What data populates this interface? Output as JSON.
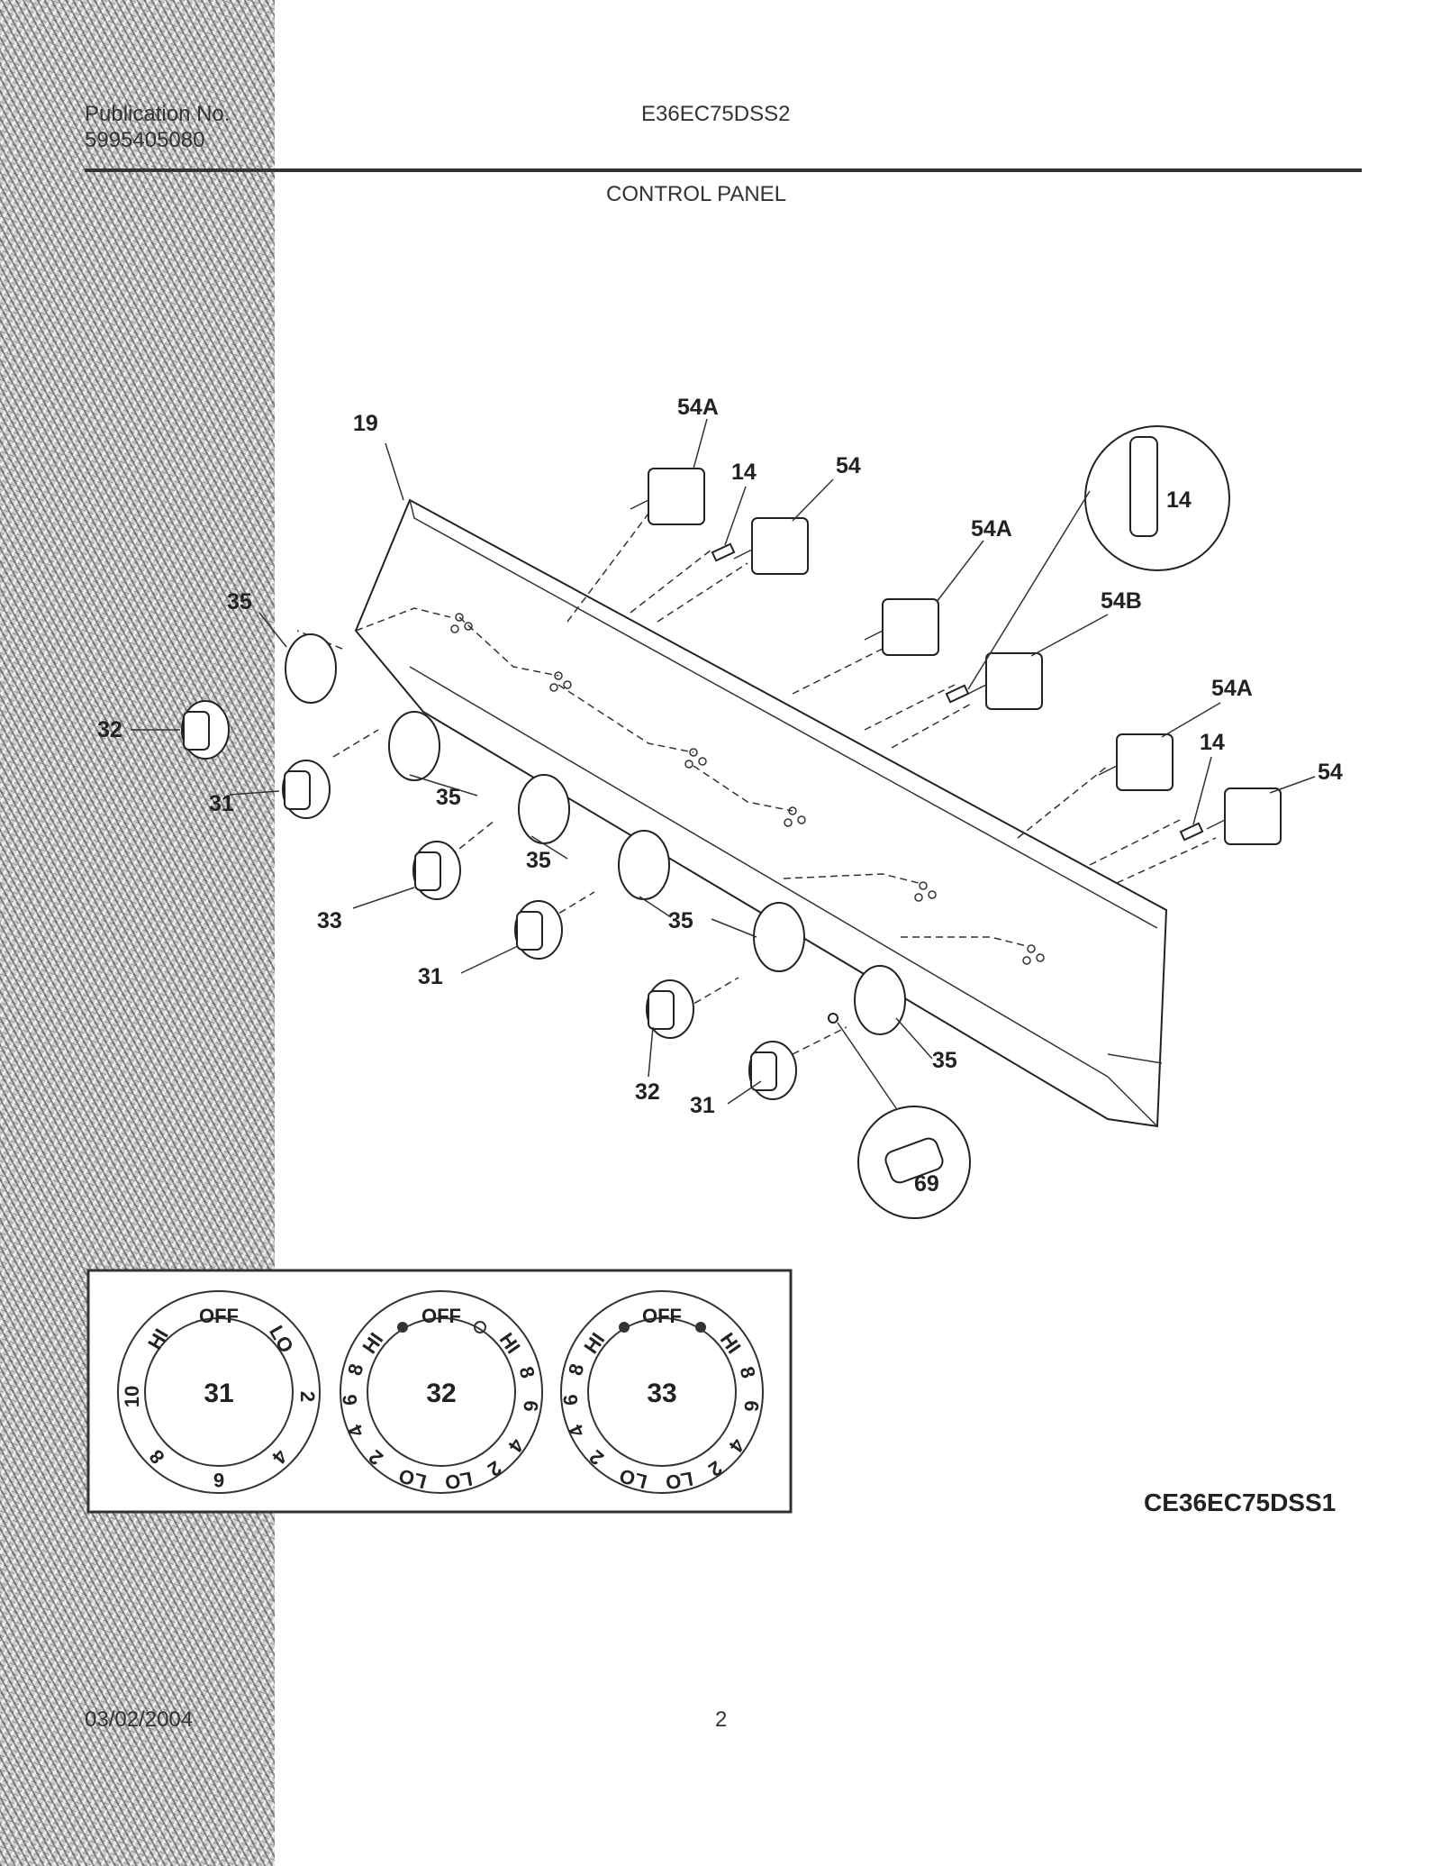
{
  "header": {
    "publication_label": "Publication No.",
    "publication_number": "5995405080",
    "model": "E36EC75DSS2",
    "section_title": "CONTROL PANEL"
  },
  "callouts": {
    "panel": "19",
    "switch_a": "54A",
    "switch": "54",
    "switch_b": "54B",
    "indicator_light": "14",
    "bezel": "35",
    "knob_31": "31",
    "knob_32": "32",
    "knob_33": "33",
    "screw": "69"
  },
  "dials": {
    "knob_31": {
      "number": "31",
      "marks": [
        "HI",
        "OFF",
        "LO",
        "2",
        "4",
        "6",
        "8",
        "10"
      ]
    },
    "knob_32": {
      "number": "32",
      "marks": [
        "HI",
        "OFF",
        "HI",
        "8",
        "6",
        "4",
        "2",
        "LO",
        "LO",
        "2",
        "4",
        "6",
        "8"
      ]
    },
    "knob_33": {
      "number": "33",
      "marks": [
        "HI",
        "OFF",
        "HI",
        "8",
        "6",
        "4",
        "2",
        "LO",
        "LO",
        "2",
        "4",
        "6",
        "8"
      ]
    }
  },
  "diagram_code": "CE36EC75DSS1",
  "footer": {
    "date": "03/02/2004",
    "page": "2"
  }
}
